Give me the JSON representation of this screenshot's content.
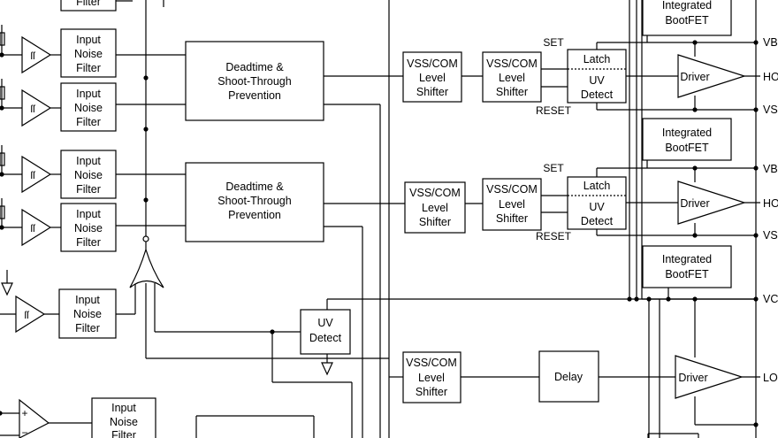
{
  "labels": {
    "input_noise_filter": [
      "Input",
      "Noise",
      "Filter"
    ],
    "deadtime": [
      "Deadtime &",
      "Shoot-Through",
      "Prevention"
    ],
    "level_shifter": [
      "VSS/COM",
      "Level",
      "Shifter"
    ],
    "latch": "Latch",
    "uv_detect": [
      "UV",
      "Detect"
    ],
    "driver": "Driver",
    "bootfet": [
      "Integrated",
      "BootFET"
    ],
    "delay": "Delay",
    "set": "SET",
    "reset": "RESET",
    "schmitt": "ſſ",
    "plus": "+",
    "minus": "−"
  },
  "pins": [
    "VB",
    "HO",
    "VS",
    "VB",
    "HO",
    "VS",
    "VC",
    "LO"
  ]
}
